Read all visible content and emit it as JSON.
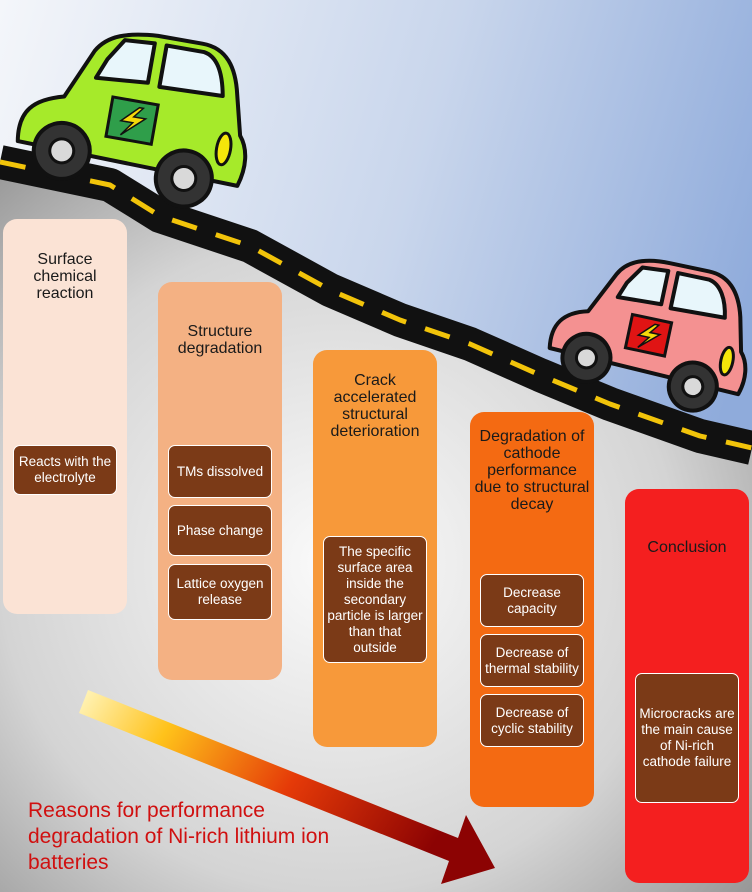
{
  "columns": [
    {
      "title": "Surface chemical reaction",
      "items": [
        "Reacts with the electrolyte"
      ]
    },
    {
      "title": "Structure degradation",
      "items": [
        "TMs dissolved",
        "Phase change",
        "Lattice oxygen release"
      ]
    },
    {
      "title": "Crack accelerated structural deterioration",
      "items": [
        "The specific surface area inside the secondary particle is larger than that outside"
      ]
    },
    {
      "title": "Degradation of cathode performance due to structural decay",
      "items": [
        "Decrease capacity",
        "Decrease of thermal stability",
        "Decrease of cyclic stability"
      ]
    },
    {
      "title": "Conclusion",
      "items": [
        "Microcracks are the main cause of Ni-rich cathode failure"
      ]
    }
  ],
  "caption": "Reasons for performance degradation of Ni-rich lithium ion batteries",
  "colors": {
    "col1": "#fbe3d5",
    "col2": "#f4b183",
    "col3": "#f7993a",
    "col4": "#f46a12",
    "col5": "#f41f1f",
    "item_bg": "#7b3a17",
    "car_green": "#a6ea2a",
    "car_pink": "#f49191",
    "road": "#111111",
    "road_stripe": "#f2c40a"
  }
}
